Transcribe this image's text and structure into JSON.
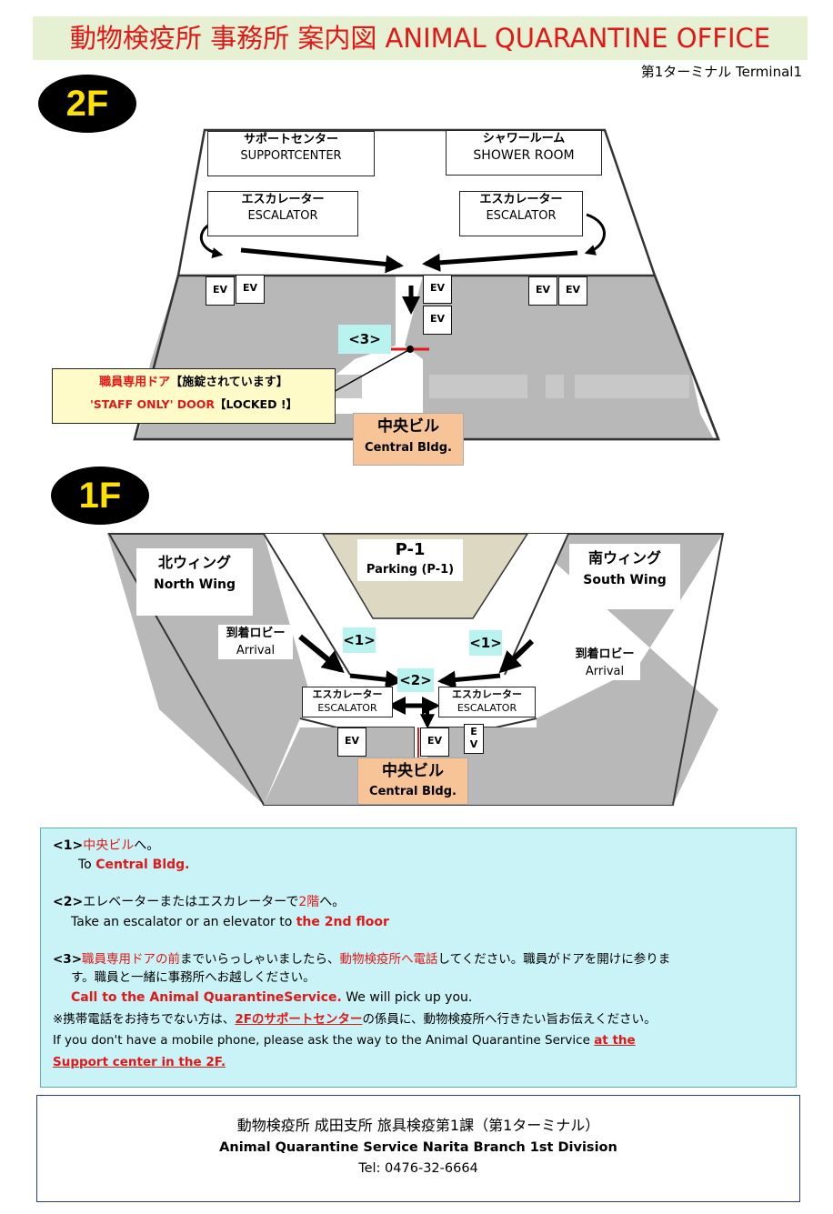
{
  "header": {
    "title": "動物検疫所  事務所  案内図  ANIMAL QUARANTINE OFFICE",
    "terminal": "第1ターミナル   Terminal1"
  },
  "floor2": {
    "badge": "2F",
    "support_jp": "サポートセンター",
    "support_en": "SUPPORTCENTER",
    "shower_jp": "シャワールーム",
    "shower_en": "SHOWER ROOM",
    "escalator_left_jp": "エスカレーター",
    "escalator_left_en": "ESCALATOR",
    "escalator_right_jp": "エスカレーター",
    "escalator_right_en": "ESCALATOR",
    "ev": [
      "EV",
      "EV",
      "EV",
      "EV",
      "EV",
      "EV"
    ],
    "marker3": "<3>",
    "staff_door_jp_red": "職員専用ドア",
    "staff_door_jp_black": "【施錠されています】",
    "staff_door_en_red": "'STAFF ONLY' DOOR",
    "staff_door_en_black": "【LOCKED !】",
    "central_jp": "中央ビル",
    "central_en": "Central Bldg."
  },
  "floor1": {
    "badge": "1F",
    "north_jp": "北ウィング",
    "north_en": "North Wing",
    "south_jp": "南ウィング",
    "south_en": "South Wing",
    "parking_jp": "P-1",
    "parking_en": "Parking (P-1)",
    "arrival_left_jp": "到着ロビー",
    "arrival_left_en": "Arrival",
    "arrival_right_jp": "到着ロビー",
    "arrival_right_en": "Arrival",
    "marker1_left": "<1>",
    "marker1_right": "<1>",
    "marker2": "<2>",
    "escalator_left_jp": "エスカレーター",
    "escalator_left_en": "ESCALATOR",
    "escalator_right_jp": "エスカレーター",
    "escalator_right_en": "ESCALATOR",
    "ev_left": "EV",
    "ev_mid": "EV",
    "ev_right_top": "E",
    "ev_right_bottom": "V",
    "central_jp": "中央ビル",
    "central_en": "Central Bldg."
  },
  "instructions": {
    "s1_tag": "<1>",
    "s1_jp_red": "中央ビル",
    "s1_jp_black": "へ。",
    "s1_en_prefix": "To ",
    "s1_en_red": "Central Bldg.",
    "s2_tag": "<2>",
    "s2_jp_a": "エレベーターまたはエスカレーターで",
    "s2_jp_red": "2階",
    "s2_jp_b": "へ。",
    "s2_en_a": "Take an escalator or  an elevator to ",
    "s2_en_red": "the 2nd floor",
    "s3_tag": "<3>",
    "s3_jp_red1": "職員専用ドアの前",
    "s3_jp_black1": "までいらっしゃいましたら、",
    "s3_jp_red2": "動物検疫所へ電話",
    "s3_jp_black2": "してください。職員がドアを開けに参りま",
    "s3_jp_line2": "す。職員と一緒に事務所へお越しください。",
    "s3_en_red": "Call to the Animal  QuarantineService.",
    "s3_en_black": " We will pick up you.",
    "note_jp_a": "※携帯電話をお持ちでない方は、",
    "note_jp_red": "2Fのサポートセンター",
    "note_jp_b": "の係員に、動物検疫所へ行きたい旨お伝えください。",
    "note_en_a": "If you don't have a mobile phone, please ask the way to the Animal Quarantine Service  ",
    "note_en_red1": "at the",
    "note_en_red2": "Support center in the 2F."
  },
  "footer": {
    "line1": "動物検疫所  成田支所  旅具検疫第1課（第1ターミナル）",
    "line2": "Animal Quarantine Service Narita Branch 1st Division",
    "line3": "Tel: 0476-32-6664"
  },
  "colors": {
    "title_red": "#e01818",
    "title_band": "#e6f0d2",
    "badge_bg": "#000000",
    "badge_text": "#ffe100",
    "marker_cyan": "#b9f3f0",
    "central_orange": "#f7c498",
    "panel_cyan": "#c9f3f6",
    "floor_gray": "#b8b8b8",
    "parking_beige": "#ddd8c2"
  }
}
